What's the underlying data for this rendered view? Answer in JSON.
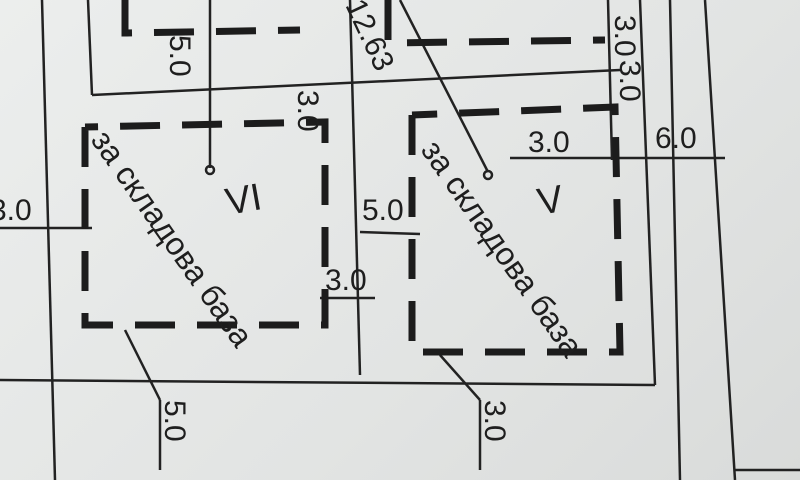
{
  "plots": [
    {
      "id": "VI",
      "label": "за складова база"
    },
    {
      "id": "V",
      "label": "за складова база"
    }
  ],
  "dimensions": {
    "top_left_vertical": "5.0",
    "top_mid_vertical": "3.0",
    "diagonal": "12.63",
    "right_vertical_a": "3.0",
    "right_vertical_b": "3.0",
    "right_horizontal": "3.0",
    "far_right": "6.0",
    "left_edge": "3.0",
    "middle_left": "5.0",
    "middle_bottom": "3.0",
    "bottom_left": "5.0",
    "bottom_right": "3.0"
  }
}
